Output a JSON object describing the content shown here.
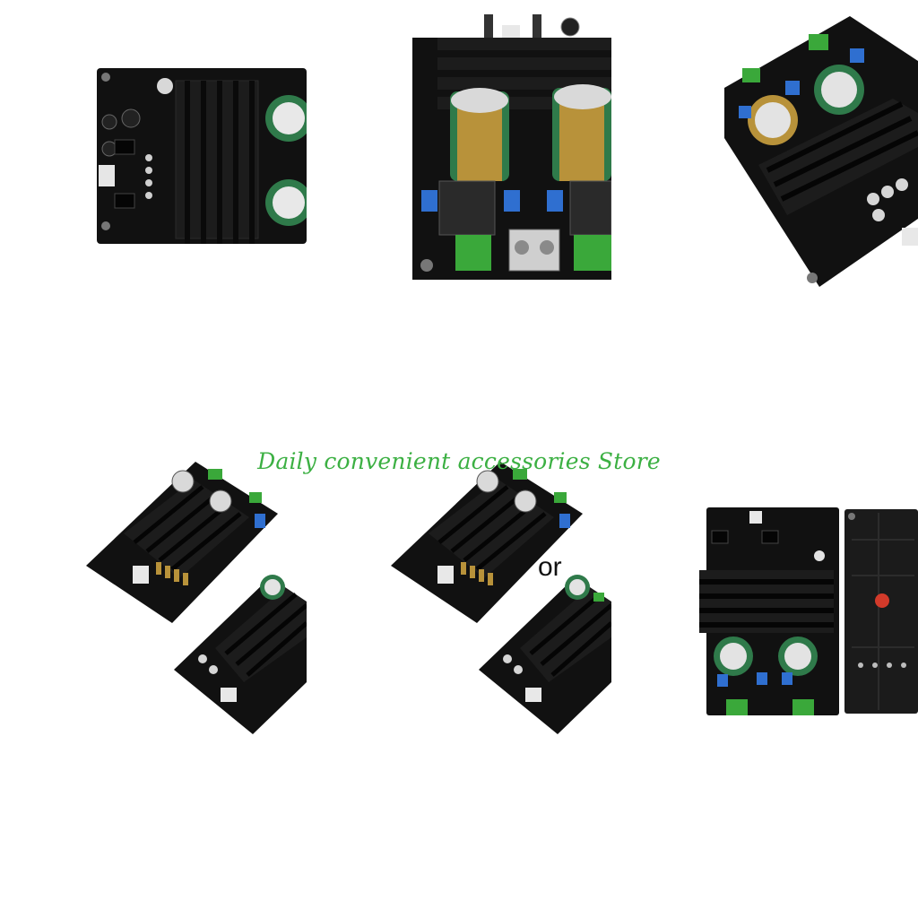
{
  "store": {
    "watermark": "Daily convenient accessories Store",
    "separator": "or"
  },
  "colors": {
    "background": "#ffffff",
    "pcb": "#111111",
    "heatsink": "#1c1c1c",
    "capacitor_green": "#2f7a4a",
    "capacitor_gold": "#b8923a",
    "terminal_green": "#3aa83a",
    "trimmer_blue": "#2f6fd0",
    "watermark_green": "#3cb043"
  },
  "tiles": [
    {
      "subject": "amplifier-board-top-closeup"
    },
    {
      "subject": "amplifier-board-capacitors-closeup"
    },
    {
      "subject": "amplifier-board-angled-view"
    },
    {
      "subject": "two-amplifier-board-variants"
    },
    {
      "subject": "two-amplifier-board-variants-alternative"
    },
    {
      "subject": "amplifier-board-front-and-back"
    }
  ]
}
